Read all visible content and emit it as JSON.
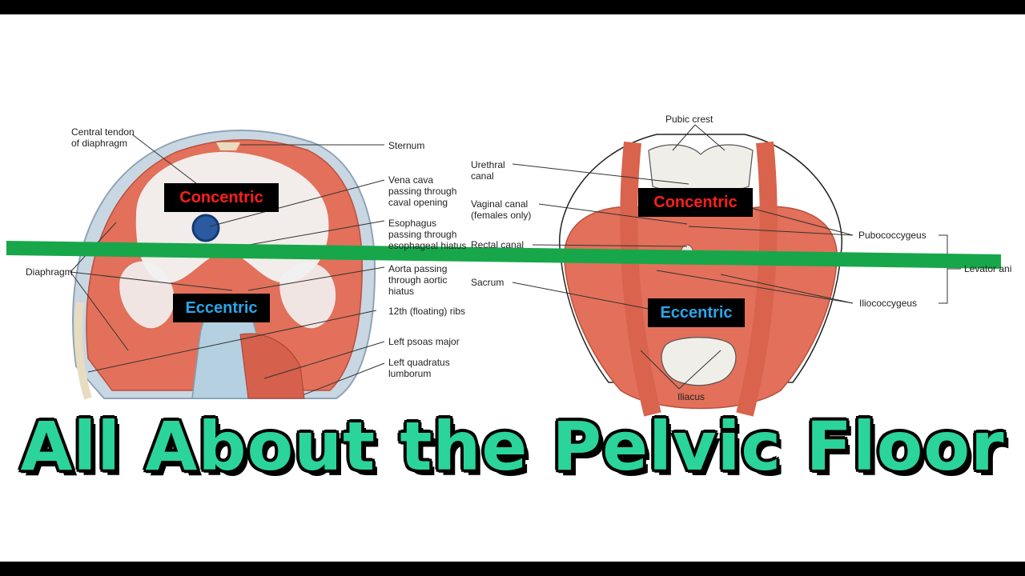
{
  "headline": "All About the Pelvic Floor",
  "tags": {
    "left_concentric": "Concentric",
    "left_eccentric": "Eccentric",
    "right_concentric": "Concentric",
    "right_eccentric": "Eccentric"
  },
  "diaphragm_labels": {
    "central_tendon": "Central tendon\nof diaphragm",
    "sternum": "Sternum",
    "vena_cava": "Vena cava\npassing through\ncaval opening",
    "esophagus": "Esophagus\npassing through\nesophageal hiatus",
    "diaphragm": "Diaphragm",
    "aorta": "Aorta passing\nthrough aortic\nhiatus",
    "ribs": "12th (floating) ribs",
    "psoas": "Left psoas major",
    "quadratus": "Left quadratus\nlumborum"
  },
  "pelvic_labels": {
    "pubic_crest": "Pubic crest",
    "urethral": "Urethral\ncanal",
    "vaginal": "Vaginal canal\n(females only)",
    "rectal": "Rectal canal",
    "sacrum": "Sacrum",
    "pubococcygeus": "Pubococcygeus",
    "levator": "Levator ani",
    "iliococcygeus": "Iliococcygeus",
    "iliacus": "Iliacus"
  },
  "colors": {
    "headline": "#2ad49a",
    "slash_line": "#17a74a",
    "concentric": "#ff1e1e",
    "eccentric": "#2aa6e8",
    "muscle": "#e2705a"
  }
}
